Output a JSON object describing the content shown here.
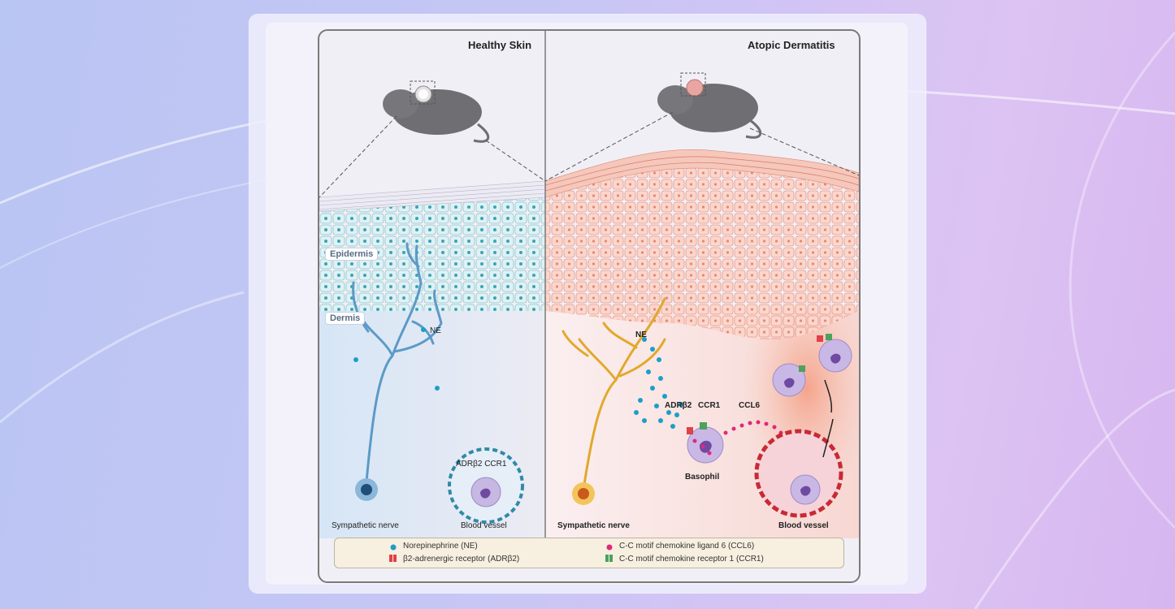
{
  "panels": {
    "healthy_title": "Healthy Skin",
    "ad_title": "Atopic Dermatitis"
  },
  "tags": {
    "epidermis": "Epidermis",
    "dermis": "Dermis"
  },
  "healthy_labels": {
    "ne": "NE",
    "nerve": "Sympathetic nerve",
    "receptors": "ADRβ2 CCR1",
    "vessel": "Blood vessel"
  },
  "ad_labels": {
    "ne": "NE",
    "adrb2": "ADRβ2",
    "ccr1": "CCR1",
    "ccl6": "CCL6",
    "basophil": "Basophil",
    "nerve": "Sympathetic nerve",
    "vessel": "Blood vessel"
  },
  "legend": {
    "ne": "Norepinephrine (NE)",
    "adrb2": "β2-adrenergic receptor (ADRβ2)",
    "ccl6": "C-C motif chemokine ligand 6 (CCL6)",
    "ccr1": "C-C motif chemokine receptor 1 (CCR1)"
  },
  "colors": {
    "ne": "#1a9fc8",
    "ccl6": "#e0287a",
    "adrb2": "#e0414a",
    "ccr1": "#4aa25c",
    "healthy_nerve": "#5c9ac7",
    "ad_nerve": "#e2a82a"
  }
}
